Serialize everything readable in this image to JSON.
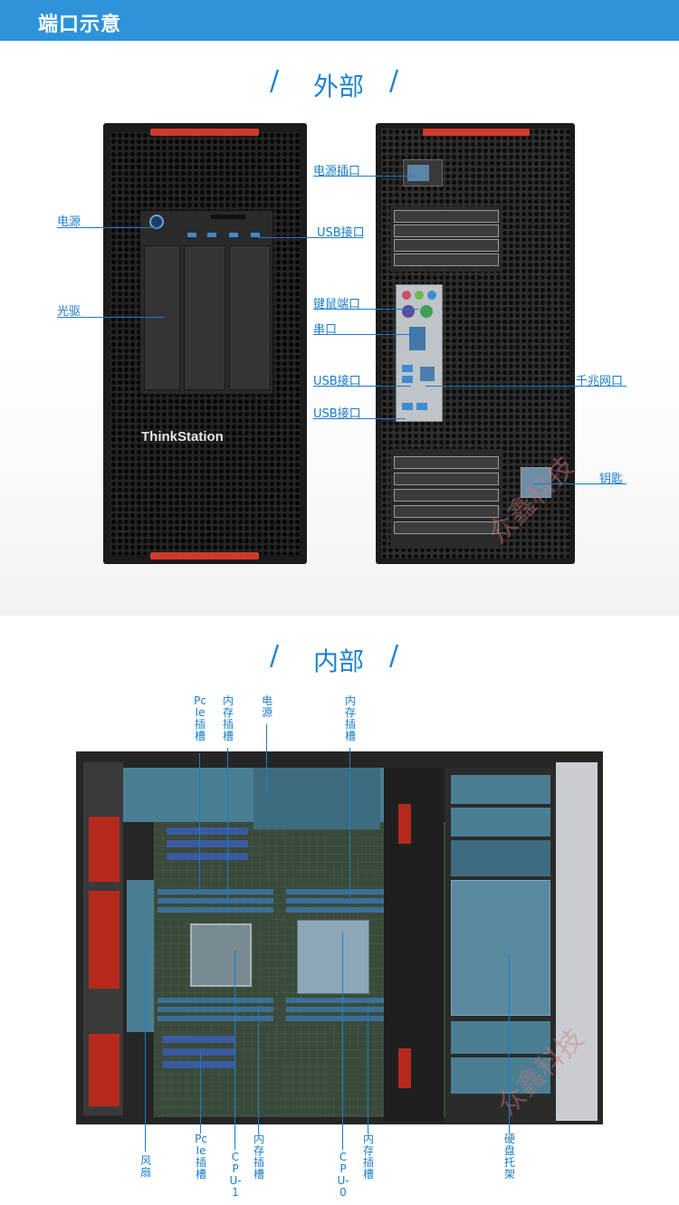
{
  "header": {
    "title": "端口示意"
  },
  "exterior": {
    "title": "外部",
    "slash_left": "/",
    "slash_right": "/",
    "front": {
      "brand": "ThinkStation",
      "labels": {
        "power": "电源",
        "optical": "光驱"
      }
    },
    "rear": {
      "labels": {
        "power_socket": "电源插口",
        "usb_front": "USB接口",
        "kb_mouse": "键鼠端口",
        "serial": "串口",
        "usb_1": "USB接口",
        "usb_2": "USB接口",
        "gigabit": "千兆网口",
        "key": "钥匙"
      }
    },
    "watermark": "众鑫科技"
  },
  "interior": {
    "title": "内部",
    "slash_left": "/",
    "slash_right": "/",
    "top_labels": {
      "pcie": "PcIe插槽",
      "memory_a": "内存插槽",
      "power": "电源",
      "memory_b": "内存插槽"
    },
    "bottom_labels": {
      "fan": "风扇",
      "pcie": "PcIe插槽",
      "cpu1": "CPU-1",
      "memory_c": "内存插槽",
      "cpu0": "CPU-0",
      "memory_d": "内存插槽",
      "hdd_tray": "硬盘托架"
    },
    "watermark": "众鑫科技"
  }
}
